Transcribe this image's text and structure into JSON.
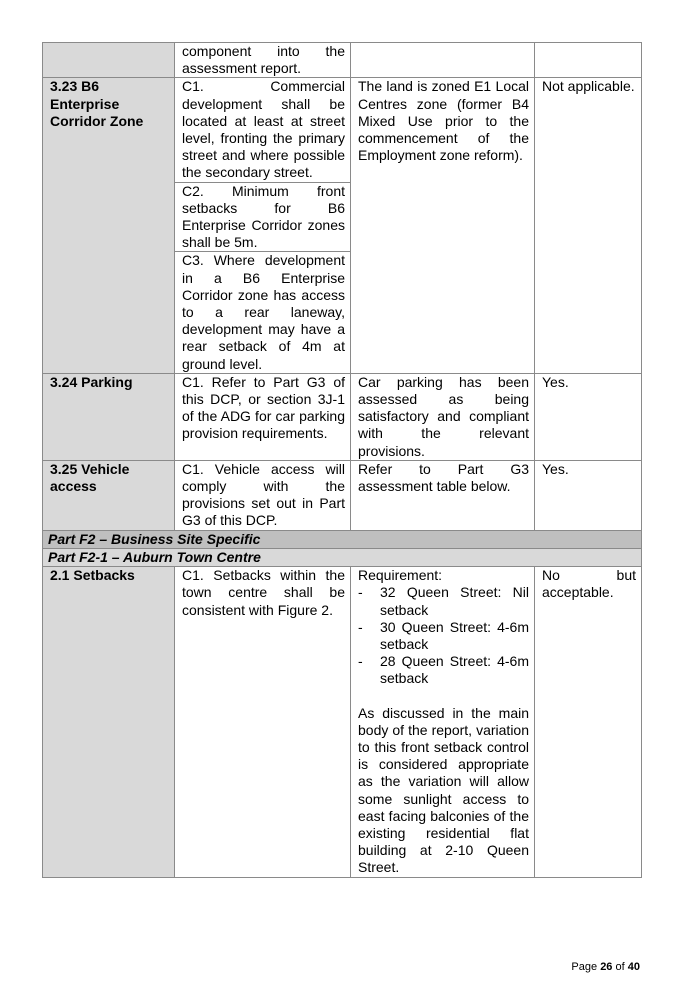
{
  "table": {
    "row_cont": {
      "control": "component into the assessment report."
    },
    "row_323": {
      "section": "3.23 B6 Enterprise Corridor Zone",
      "c1": "C1. Commercial development shall be located at least at street level, fronting the primary street and where possible the secondary street.",
      "c2": "C2. Minimum front setbacks for B6 Enterprise Corridor zones shall be 5m.",
      "c3": "C3. Where development in a B6 Enterprise Corridor zone has access to a rear laneway, development may have a rear setback of 4m at ground level.",
      "comment": "The land is zoned E1 Local Centres zone (former B4 Mixed Use prior to the commencement of the Employment zone reform).",
      "compliance": "Not applicable."
    },
    "row_324": {
      "section": "3.24 Parking",
      "control": "C1. Refer to Part G3 of this DCP, or section 3J-1 of the ADG for car parking provision requirements.",
      "comment": "Car parking has been assessed as being satisfactory and compliant with the relevant provisions.",
      "compliance": "Yes."
    },
    "row_325": {
      "section": "3.25 Vehicle access",
      "control": "C1. Vehicle access will comply with the provisions set out in Part G3 of this DCP.",
      "comment": "Refer to Part G3 assessment table below.",
      "compliance": "Yes."
    },
    "part_f2": "Part F2 –  Business Site Specific",
    "part_f21": "Part F2-1 – Auburn Town Centre",
    "row_21": {
      "section": "2.1 Setbacks",
      "control": "C1. Setbacks within the town centre shall be consistent with Figure 2.",
      "comment_heading": "Requirement:",
      "requirements": [
        "32 Queen Street: Nil setback",
        "30 Queen Street: 4-6m setback",
        "28 Queen Street: 4-6m setback"
      ],
      "comment_body": "As discussed in the main body of the report, variation to this front setback control is considered appropriate as the variation will allow some sunlight access to east facing balconies of the existing residential flat building at 2-10 Queen Street.",
      "compliance": "No but acceptable."
    }
  },
  "footer": {
    "page_word": "Page",
    "page_number": "26",
    "of_word": "of",
    "page_total": "40"
  }
}
